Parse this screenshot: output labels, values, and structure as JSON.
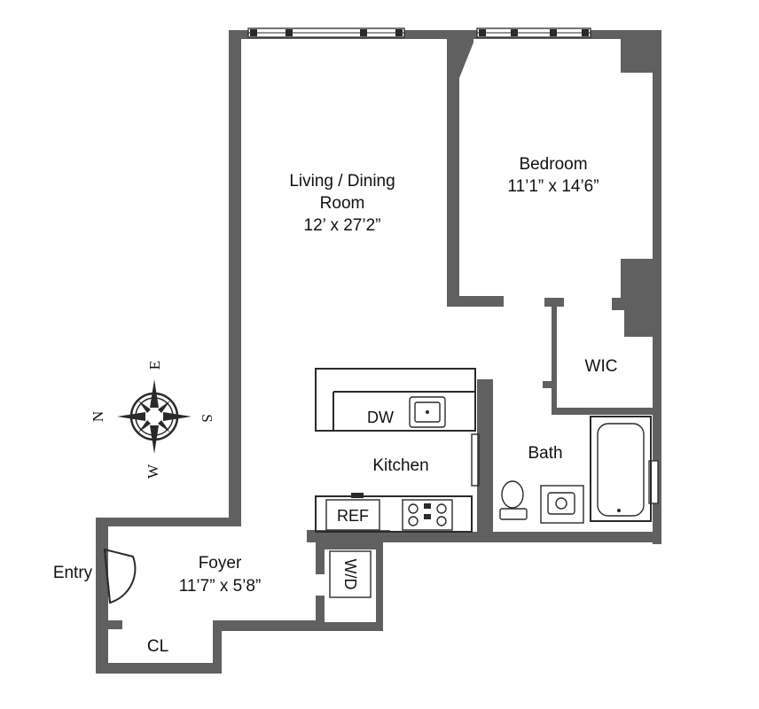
{
  "rooms": {
    "living": {
      "name_line1": "Living / Dining",
      "name_line2": "Room",
      "size": "12’ x 27’2”"
    },
    "bedroom": {
      "name": "Bedroom",
      "size": "11’1” x 14’6”"
    },
    "wic": {
      "name": "WIC"
    },
    "kitchen": {
      "name": "Kitchen"
    },
    "bath": {
      "name": "Bath"
    },
    "foyer": {
      "name": "Foyer",
      "size": "11’7” x 5’8”"
    },
    "closet": {
      "name": "CL"
    }
  },
  "fixtures": {
    "dishwasher": "DW",
    "refrigerator": "REF",
    "washer_dryer": "W/D"
  },
  "entry_label": "Entry",
  "compass": {
    "north": "N",
    "east": "E",
    "south": "S",
    "west": "W"
  },
  "colors": {
    "wall": "#606060",
    "line": "#2a2a2a",
    "background": "#ffffff"
  }
}
